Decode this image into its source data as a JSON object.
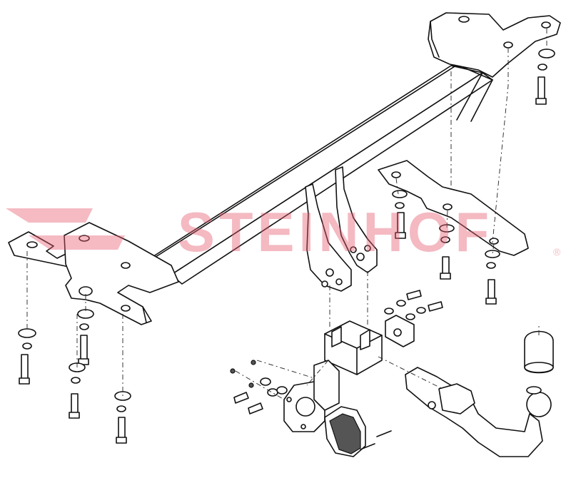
{
  "watermark": {
    "text": "STEINHOF",
    "trademark": "®",
    "color": "#e65a6e"
  },
  "diagram": {
    "parts": [
      "crossbar-beam",
      "left-mounting-bracket",
      "right-upper-mounting-bracket",
      "right-lower-mounting-plate",
      "center-tow-plates",
      "ball-mount-receiver",
      "socket-plate",
      "electrical-socket",
      "tow-ball-neck",
      "tow-ball-cover-cap",
      "mounting-bolts",
      "washers-and-nuts",
      "pins-and-clips"
    ]
  }
}
